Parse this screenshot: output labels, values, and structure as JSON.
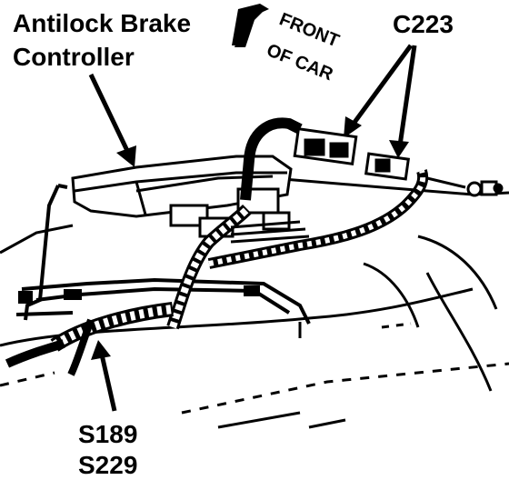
{
  "labels": {
    "controller_line1": "Antilock Brake",
    "controller_line2": "Controller",
    "front_line1": "FRONT",
    "front_line2": "OF CAR",
    "connector": "C223",
    "splice_line1": "S189",
    "splice_line2": "S229"
  },
  "colors": {
    "ink": "#000000",
    "paper": "#ffffff"
  }
}
